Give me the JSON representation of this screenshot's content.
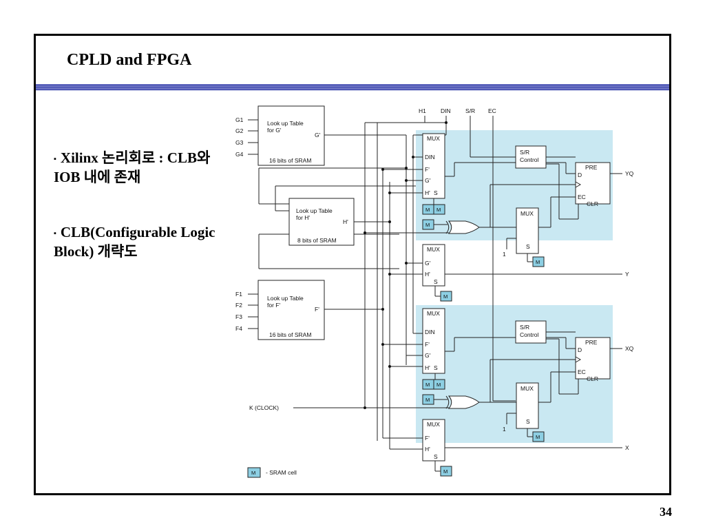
{
  "slide": {
    "title": "CPLD and FPGA",
    "page_number": "34",
    "bullets": [
      {
        "marker": "▪",
        "text": "Xilinx 논리회로 : CLB와 IOB 내에 존재"
      },
      {
        "marker": "▪",
        "text": "CLB(Configurable Logic Block) 개략도"
      }
    ]
  },
  "diagram": {
    "lut_g": {
      "title": "Look up Table",
      "sub": "for G'",
      "out": "G'",
      "size": "16 bits of SRAM",
      "inputs": [
        "G1",
        "G2",
        "G3",
        "G4"
      ]
    },
    "lut_h": {
      "title": "Look up Table",
      "sub": "for H'",
      "out": "H'",
      "size": "8 bits of SRAM"
    },
    "lut_f": {
      "title": "Look up Table",
      "sub": "for F'",
      "out": "F'",
      "size": "16 bits of SRAM",
      "inputs": [
        "F1",
        "F2",
        "F3",
        "F4"
      ]
    },
    "top_inputs": [
      "H1",
      "DIN",
      "S/R",
      "EC"
    ],
    "mux": "MUX",
    "mux_din": [
      "DIN",
      "F'",
      "G'",
      "H'"
    ],
    "mux_gh": [
      "G'",
      "H'"
    ],
    "mux_fh": [
      "F'",
      "H'"
    ],
    "sel": "S",
    "sr_control": [
      "S/R",
      "Control"
    ],
    "ff_pins": [
      "PRE",
      "D",
      "EC",
      "CLR"
    ],
    "sram_cell": "M",
    "const_one": "1",
    "outputs": [
      "YQ",
      "Y",
      "XQ",
      "X"
    ],
    "clock": "K (CLOCK)",
    "legend": "- SRAM cell"
  },
  "colors": {
    "highlight": "#c9e8f2",
    "sram": "#8dcfe3",
    "divider": "#2b35a8"
  }
}
